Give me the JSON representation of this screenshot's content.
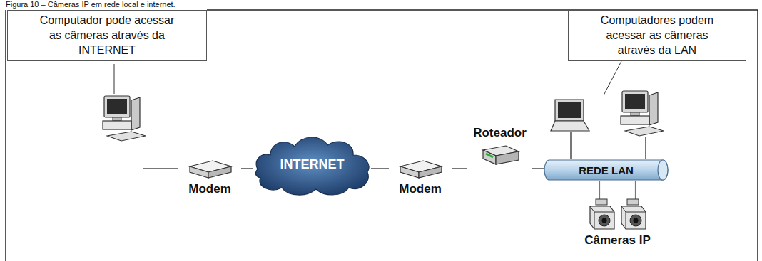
{
  "diagram": {
    "caption": "Figura 10 – Câmeras IP em rede local e internet.",
    "nodes": [
      {
        "text": [
          "Computador pode acessar as câmeras através da INTERNET"
        ]
      },
      {
        "text": [
          "Computadores podem acessar as câmeras através da LAN"
        ]
      },
      {
        "text": [
          "Modem"
        ]
      },
      {
        "text": [
          "INTERNET"
        ]
      },
      {
        "text": [
          "Modem"
        ]
      },
      {
        "text": [
          "Roteador"
        ]
      },
      {
        "text": [
          "REDE LAN"
        ]
      },
      {
        "text": [
          "Câmeras IP"
        ]
      }
    ],
    "edges": [
      {
        "from": 2,
        "to": 3,
        "arrow": "none"
      },
      {
        "from": 3,
        "to": 4,
        "arrow": "none"
      },
      {
        "from": 4,
        "to": 5,
        "arrow": "none"
      },
      {
        "from": 5,
        "to": 6,
        "arrow": "none"
      },
      {
        "from": 6,
        "to": 7,
        "arrow": "none"
      }
    ]
  }
}
